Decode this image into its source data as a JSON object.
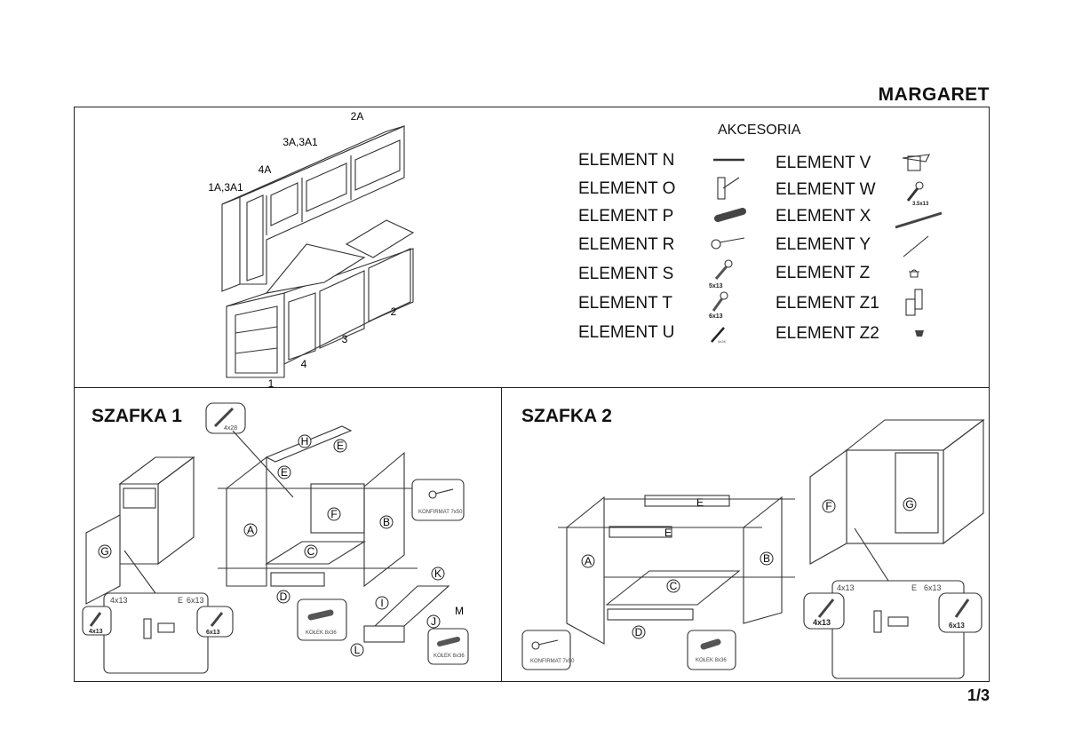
{
  "header": {
    "title": "MARGARET"
  },
  "footer": {
    "page": "1/3"
  },
  "overview": {
    "labels": [
      "2A",
      "3A,3A1",
      "4A",
      "1A,3A1",
      "1",
      "2",
      "3",
      "4"
    ]
  },
  "accessories": {
    "title": "AKCESORIA",
    "left": [
      {
        "label": "ELEMENT N",
        "icon": "rail-icon"
      },
      {
        "label": "ELEMENT O",
        "icon": "hinge-icon"
      },
      {
        "label": "ELEMENT P",
        "icon": "dowel-icon"
      },
      {
        "label": "ELEMENT R",
        "icon": "confirmat-screw-icon"
      },
      {
        "label": "ELEMENT S",
        "icon": "screw-icon",
        "note": "5x13"
      },
      {
        "label": "ELEMENT T",
        "icon": "screw-icon",
        "note": "6x13"
      },
      {
        "label": "ELEMENT U",
        "icon": "screw-icon",
        "note": "4x28"
      }
    ],
    "right": [
      {
        "label": "ELEMENT V",
        "icon": "bracket-icon"
      },
      {
        "label": "ELEMENT W",
        "icon": "screw-icon",
        "note": "3.5x13"
      },
      {
        "label": "ELEMENT X",
        "icon": "handle-bar-icon"
      },
      {
        "label": "ELEMENT Y",
        "icon": "pin-icon"
      },
      {
        "label": "ELEMENT Z",
        "icon": "cap-icon"
      },
      {
        "label": "ELEMENT Z1",
        "icon": "plate-icon"
      },
      {
        "label": "ELEMENT Z2",
        "icon": "foot-icon"
      }
    ]
  },
  "szafka1": {
    "title": "SZAFKA 1",
    "parts": {
      "A": "A",
      "B": "B",
      "C": "C",
      "D": "D",
      "E": "E",
      "F": "F",
      "G": "G",
      "H": "H",
      "I": "I",
      "J": "J",
      "K": "K",
      "L": "L",
      "M": "M"
    },
    "screw_top": "4x28",
    "konfirmat": "KONFIRMAT 7x50",
    "kolek": "KOŁEK 8x36",
    "kolek2": "KOŁEK 8x36",
    "hinge_left": "4x13",
    "hinge_right": "6x13",
    "hinge_mid": "E"
  },
  "szafka2": {
    "title": "SZAFKA 2",
    "parts": {
      "A": "A",
      "B": "B",
      "C": "C",
      "D": "D",
      "E": "E",
      "F": "F",
      "G": "G"
    },
    "konfirmat": "KONFIRMAT 7x50",
    "kolek": "KOŁEK 8x36",
    "hinge_left": "4x13",
    "hinge_right": "6x13",
    "hinge_mid": "E"
  }
}
